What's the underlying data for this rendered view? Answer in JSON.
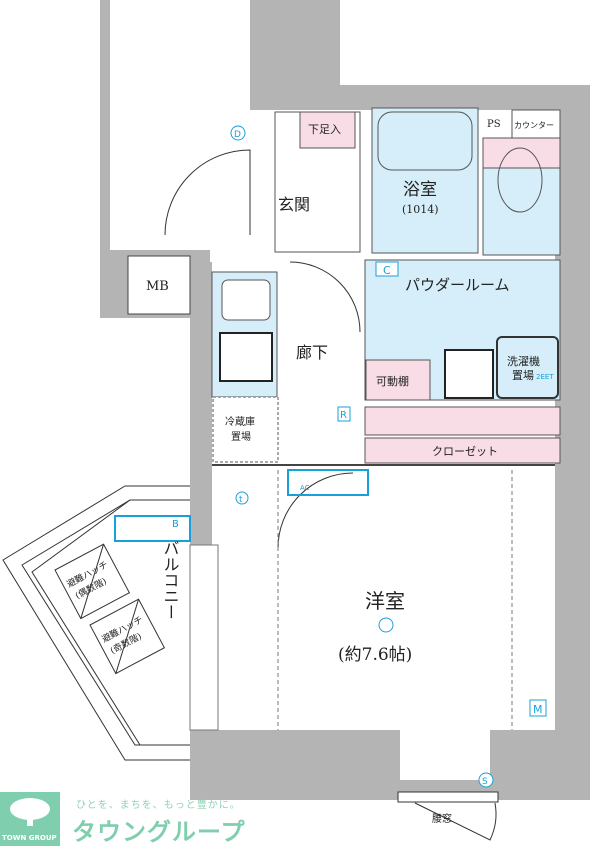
{
  "rooms": {
    "entrance": "玄関",
    "shoe_closet": "下足入",
    "bath": "浴室",
    "bath_size": "(1014)",
    "ps": "PS",
    "counter": "カウンター",
    "powder_room": "パウダールーム",
    "movable_shelf": "可動棚",
    "washer_1": "洗濯機",
    "washer_2": "置場",
    "closet": "クローゼット",
    "hallway": "廊下",
    "fridge_1": "冷蔵庫",
    "fridge_2": "置場",
    "mb": "MB",
    "western_room": "洋室",
    "western_size": "(約7.6帖)",
    "balcony": "バルコニー",
    "hatch_even": [
      "避難ハッチ",
      "(偶数階)"
    ],
    "hatch_odd": [
      "避難ハッチ",
      "(奇数階)"
    ],
    "waist_window": "腰窓"
  },
  "symbols": {
    "c": "C",
    "r": "R",
    "m": "M",
    "b": "B",
    "s": "S",
    "d": "D",
    "t": "t",
    "ac": "AC",
    "eet": "2EET"
  },
  "colors": {
    "wall": "#b4b4b4",
    "wet_area": "#d6eefa",
    "storage": "#f9dde6",
    "fixture": "#1aa0d8"
  },
  "logo": {
    "tagline": "ひとを、まちを、もっと豊かに。",
    "brand": "タウングループ",
    "english": "TOWN GROUP"
  }
}
